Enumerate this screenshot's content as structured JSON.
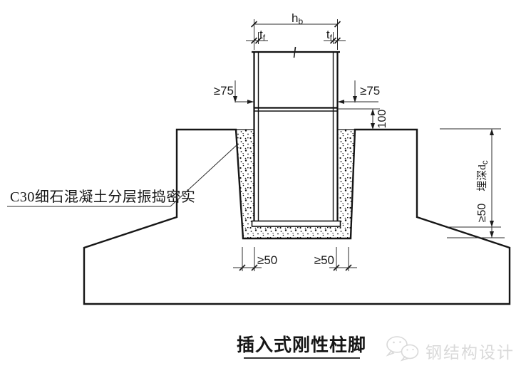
{
  "figure": {
    "title": "插入式刚性柱脚",
    "note_label": "C30细石混凝土分层振捣密实",
    "watermark_text": "钢结构设计"
  },
  "dims": {
    "hb_main": "h",
    "hb_sub": "b",
    "tf_main": "t",
    "tf_sub": "f",
    "gap_left": "≥75",
    "gap_right": "≥75",
    "stiffener_offset": "100",
    "embed_main": "埋深d",
    "embed_sub": "c",
    "embed_min_bottom": "≥50",
    "pocket_gap_left": "≥50",
    "pocket_gap_right": "≥50"
  },
  "colors": {
    "line": "#161616",
    "dimension": "#2b2b2b",
    "watermark": "#d9d9d9"
  }
}
